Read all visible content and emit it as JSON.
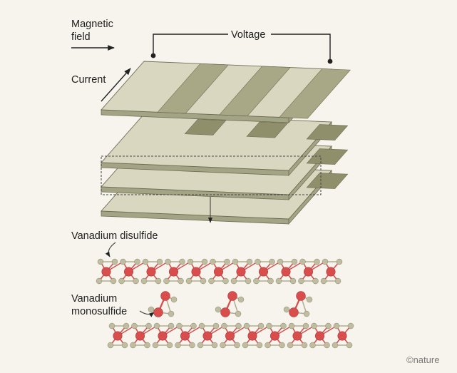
{
  "labels": {
    "magnetic_field_line1": "Magnetic",
    "magnetic_field_line2": "field",
    "voltage": "Voltage",
    "current": "Current",
    "vanadium_disulfide": "Vanadium disulfide",
    "vanadium_monosulfide_line1": "Vanadium",
    "vanadium_monosulfide_line2": "monosulfide",
    "credit": "©nature"
  },
  "colors": {
    "background": "#f6f4ec",
    "layer_face": "#d9d7bf",
    "layer_edge": "#a3a385",
    "layer_stroke": "#6e6e55",
    "electrode": "#a8a886",
    "electrode_hidden": "#8f8f6c",
    "vanadium_atom": "#d94d4d",
    "sulfur_atom": "#bfbca0",
    "bond_vanadium": "#d94d4d",
    "bond_sulfur": "#b0ad90",
    "text": "#1f1f1f",
    "credit": "#7a7a7a"
  }
}
